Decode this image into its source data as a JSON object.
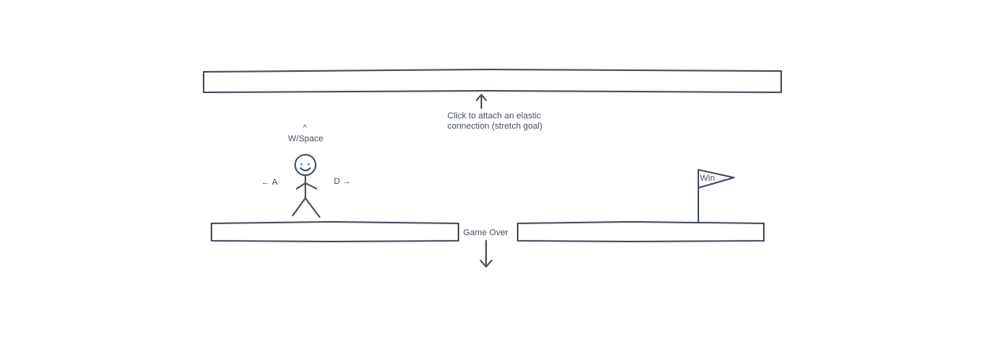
{
  "controls": {
    "jump_caret": "^",
    "jump_label": "W/Space",
    "left_label": "← A",
    "right_label": "D →"
  },
  "elastic_hint": {
    "line1": "Click to attach an elastic",
    "line2": "connection (stretch goal)"
  },
  "game_over_label": "Game Over",
  "flag": {
    "label": "Win"
  },
  "colors": {
    "stroke": "#4a5060",
    "eyes": "#3bbfc8",
    "background": "#ffffff"
  }
}
